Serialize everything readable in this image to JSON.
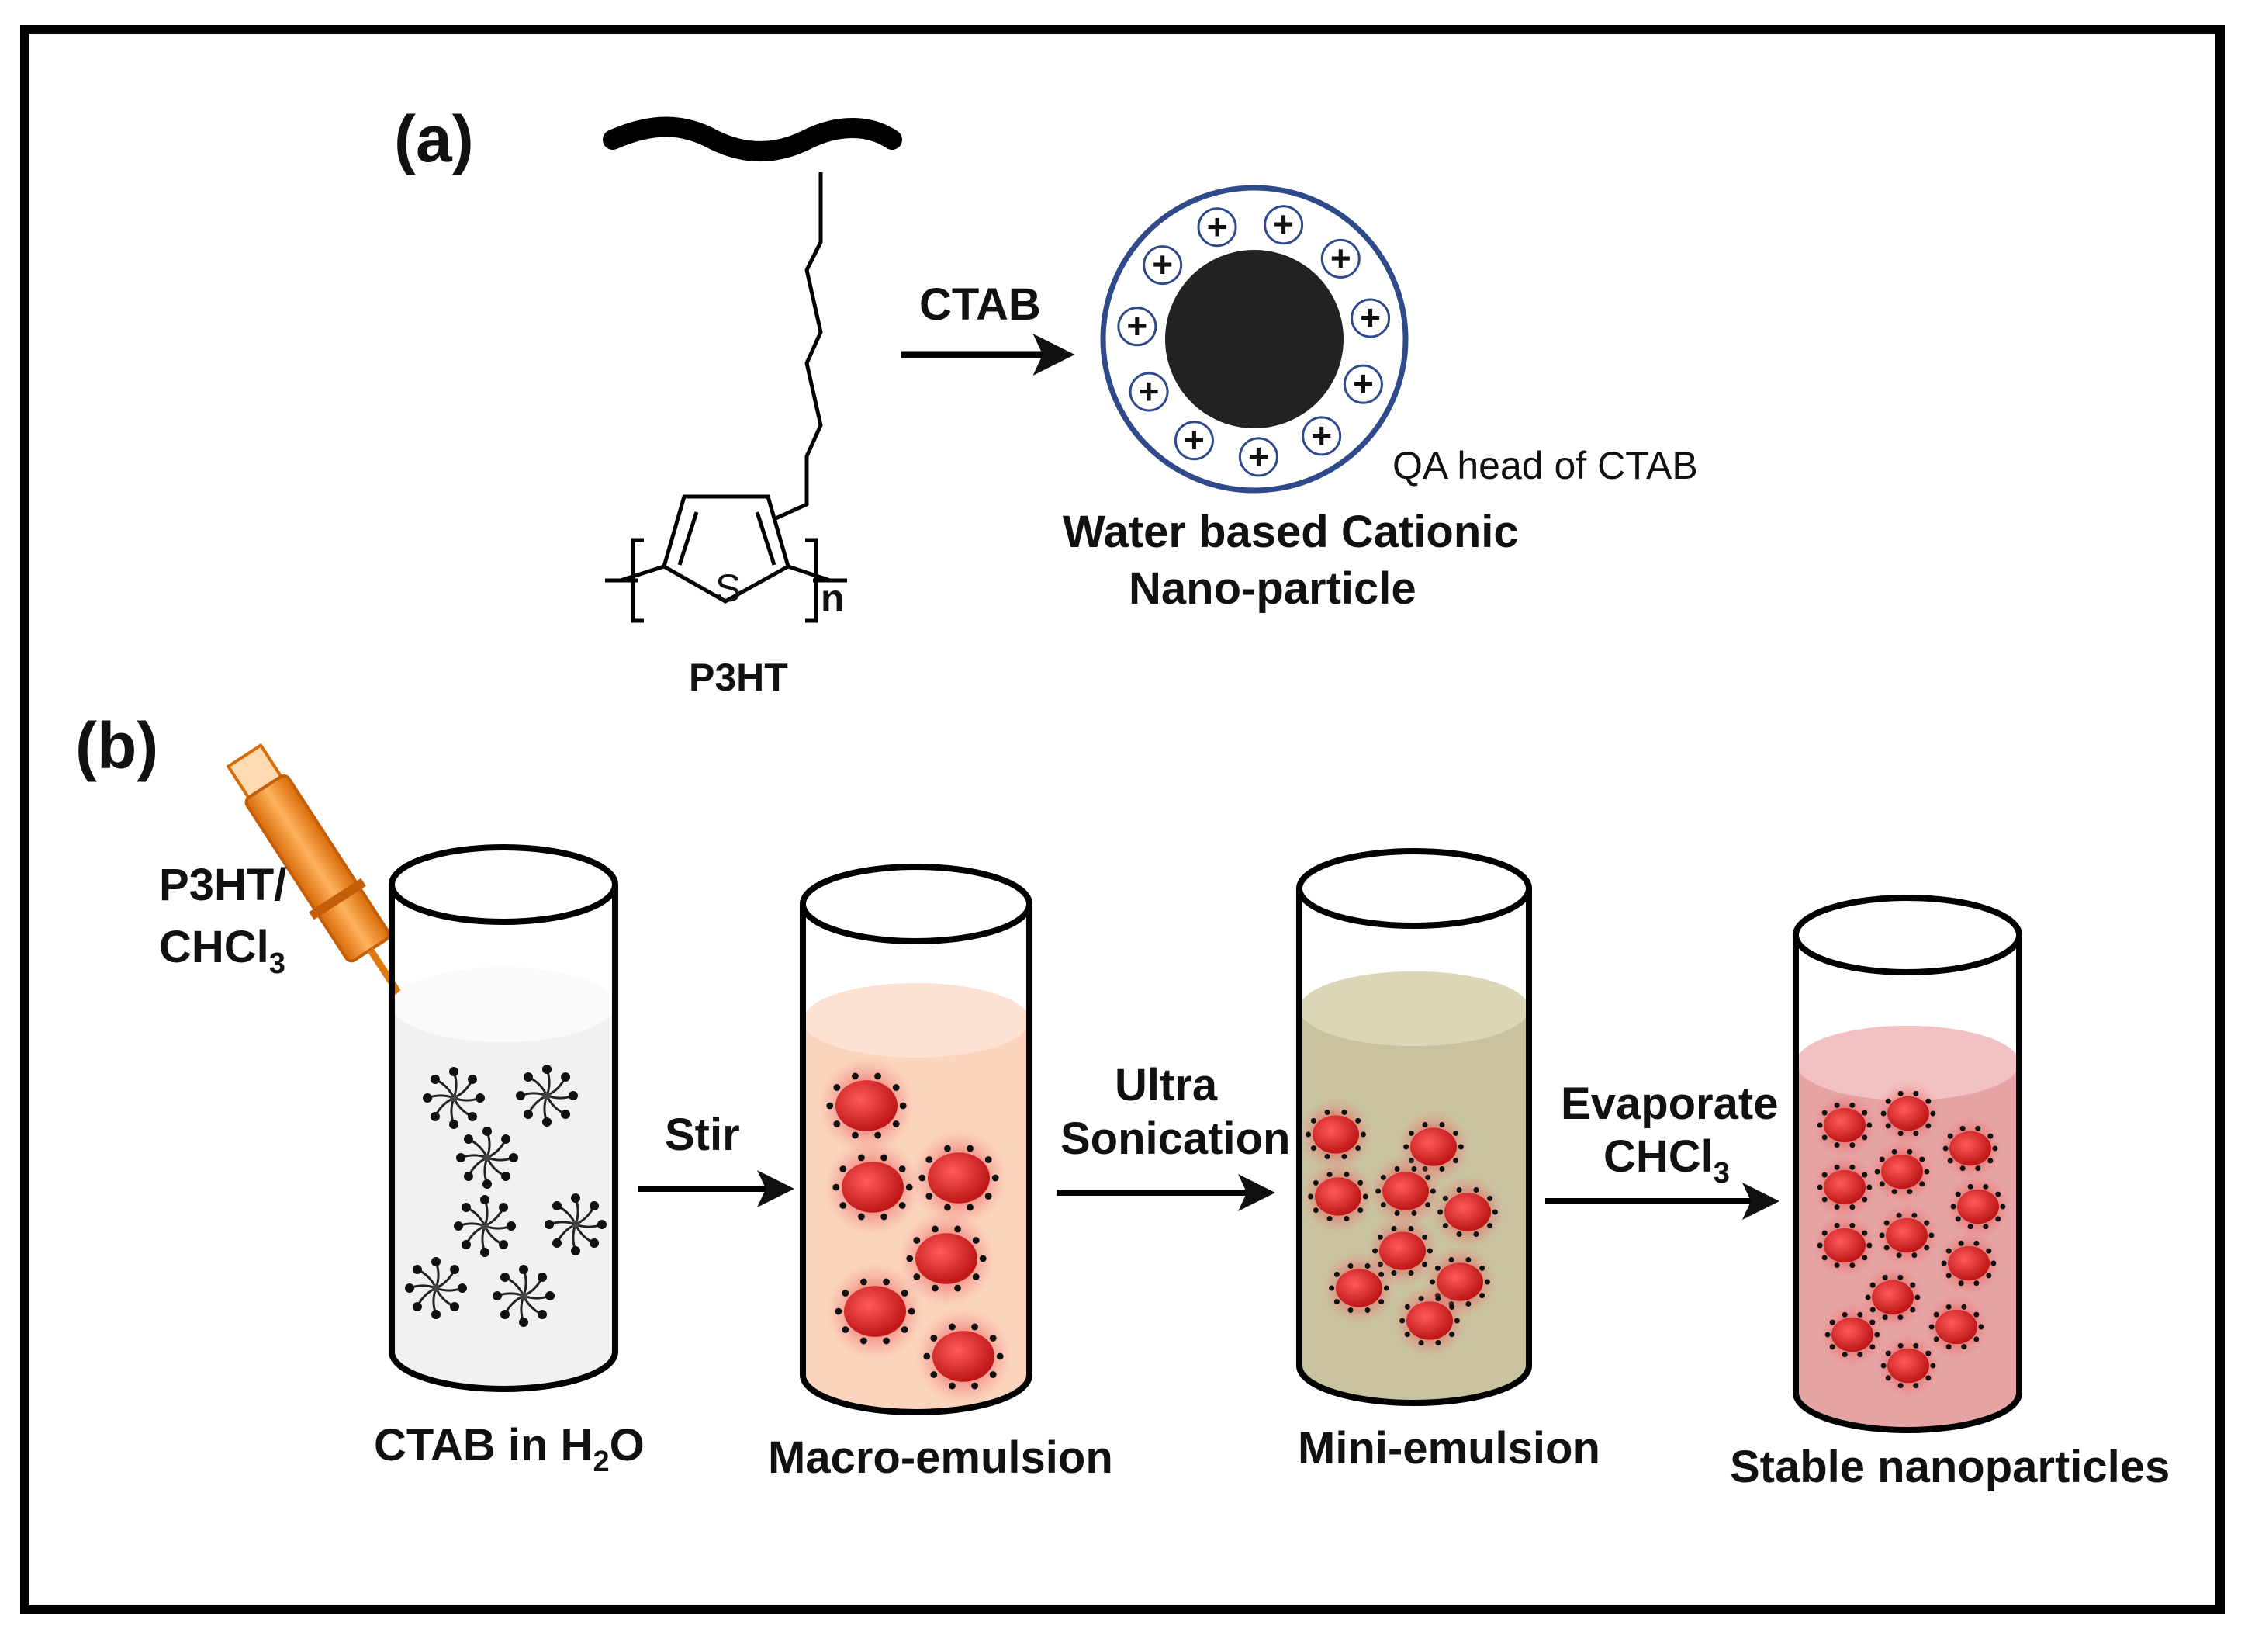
{
  "panel_a": {
    "label": "(a)",
    "polymer_name": "P3HT",
    "sulfur": "S",
    "repeat_n": "n",
    "arrow_label": "CTAB",
    "head_label": "QA head of CTAB",
    "particle_caption_1": "Water based Cationic",
    "particle_caption_2": "Nano-particle",
    "charge_symbol": "+"
  },
  "panel_b": {
    "label": "(b)",
    "syringe_label_1": "P3HT/",
    "syringe_label_2": "CHCl",
    "syringe_label_2_sub": "3",
    "step1": "Stir",
    "step2_1": "Ultra",
    "step2_2": "Sonication",
    "step3_1": "Evaporate",
    "step3_2": "CHCl",
    "step3_2_sub": "3",
    "beaker1": "CTAB in H",
    "beaker1_sub": "2",
    "beaker1_tail": "O",
    "beaker2": "Macro-emulsion",
    "beaker3": "Mini-emulsion",
    "beaker4": "Stable nanoparticles"
  },
  "colors": {
    "liquid_water": "#f1f1f1",
    "liquid_macro": "#fbd4be",
    "liquid_mini": "#c9c29f",
    "liquid_stable": "#e6a3a3",
    "droplet": "#d42a2a",
    "syringe": "#f08a1e",
    "ring": "#2f4a8a"
  }
}
